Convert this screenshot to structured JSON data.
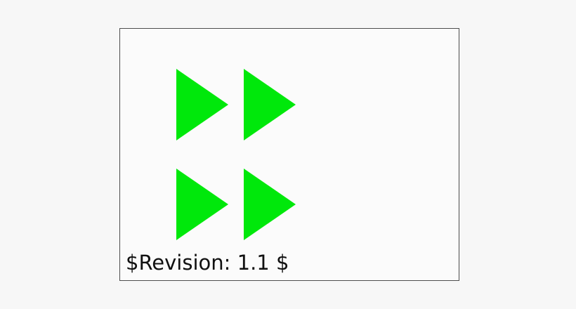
{
  "art": {
    "triangle_color": "#00e80b",
    "triangle_count": 4,
    "triangle_direction": "right"
  },
  "frame": {
    "background": "#fbfbfb",
    "border_color": "#4d4d4d"
  },
  "caption": {
    "text": "$Revision: 1.1 $"
  }
}
